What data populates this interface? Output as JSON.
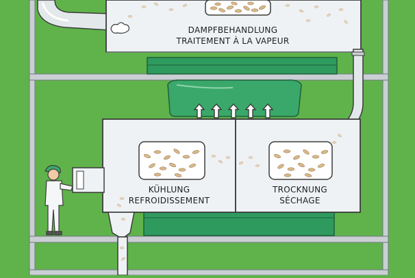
{
  "labels": {
    "steam_de": "DAMPFBEHANDLUNG",
    "steam_fr": "TRAITEMENT À LA VAPEUR",
    "cooling_de": "KÜHLUNG",
    "cooling_fr": "REFROIDISSEMENT",
    "drying_de": "TROCKNUNG",
    "drying_fr": "SÉCHAGE"
  },
  "colors": {
    "background": "#5fb34a",
    "frame": "#c9cfd2",
    "machine_body": "#eef2f4",
    "machine_outline": "#3b3b3b",
    "green_machinery": "#2f9a5e",
    "hood": "#3aa86a",
    "grain": "#d9b98a"
  },
  "icons": {
    "airflow": "upward-arrow-icon",
    "steam": "steam-puff-icon",
    "worker": "worker-figure-icon"
  }
}
